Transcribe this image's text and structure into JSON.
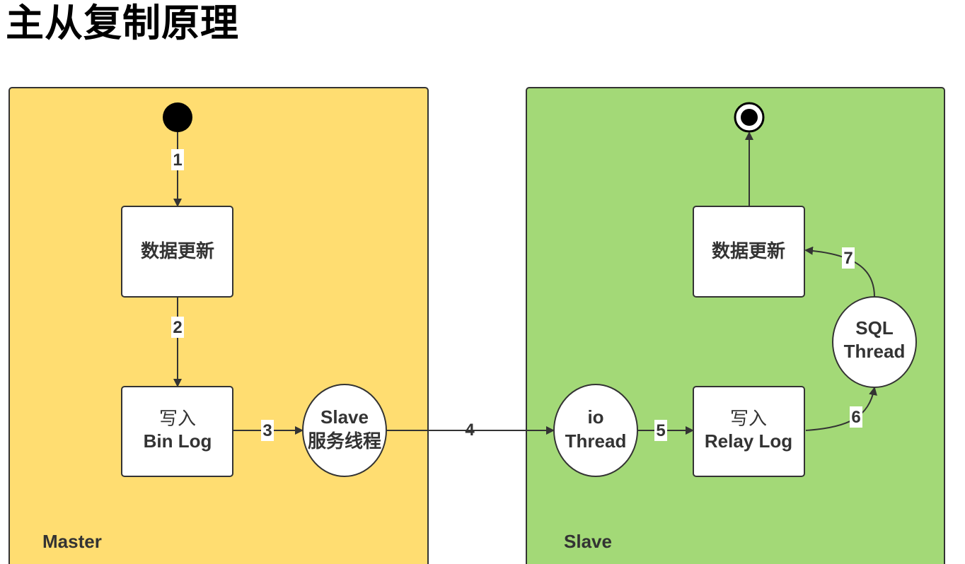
{
  "title": "主从复制原理",
  "colors": {
    "master_lane": "#FFDD71",
    "slave_lane": "#A3D977",
    "border": "#333333",
    "node_fill": "#FFFFFF"
  },
  "lanes": {
    "master": "Master",
    "slave": "Slave"
  },
  "nodes": {
    "master_update": {
      "line1": "数据更新"
    },
    "master_binlog": {
      "line1": "写入",
      "line2": "Bin Log"
    },
    "slave_service_thread": {
      "line1": "Slave",
      "line2": "服务线程"
    },
    "io_thread": {
      "line1": "io",
      "line2": "Thread"
    },
    "relay_log": {
      "line1": "写入",
      "line2": "Relay Log"
    },
    "sql_thread": {
      "line1": "SQL",
      "line2": "Thread"
    },
    "slave_update": {
      "line1": "数据更新"
    }
  },
  "edges": {
    "e1": "1",
    "e2": "2",
    "e3": "3",
    "e4": "4",
    "e5": "5",
    "e6": "6",
    "e7": "7"
  }
}
